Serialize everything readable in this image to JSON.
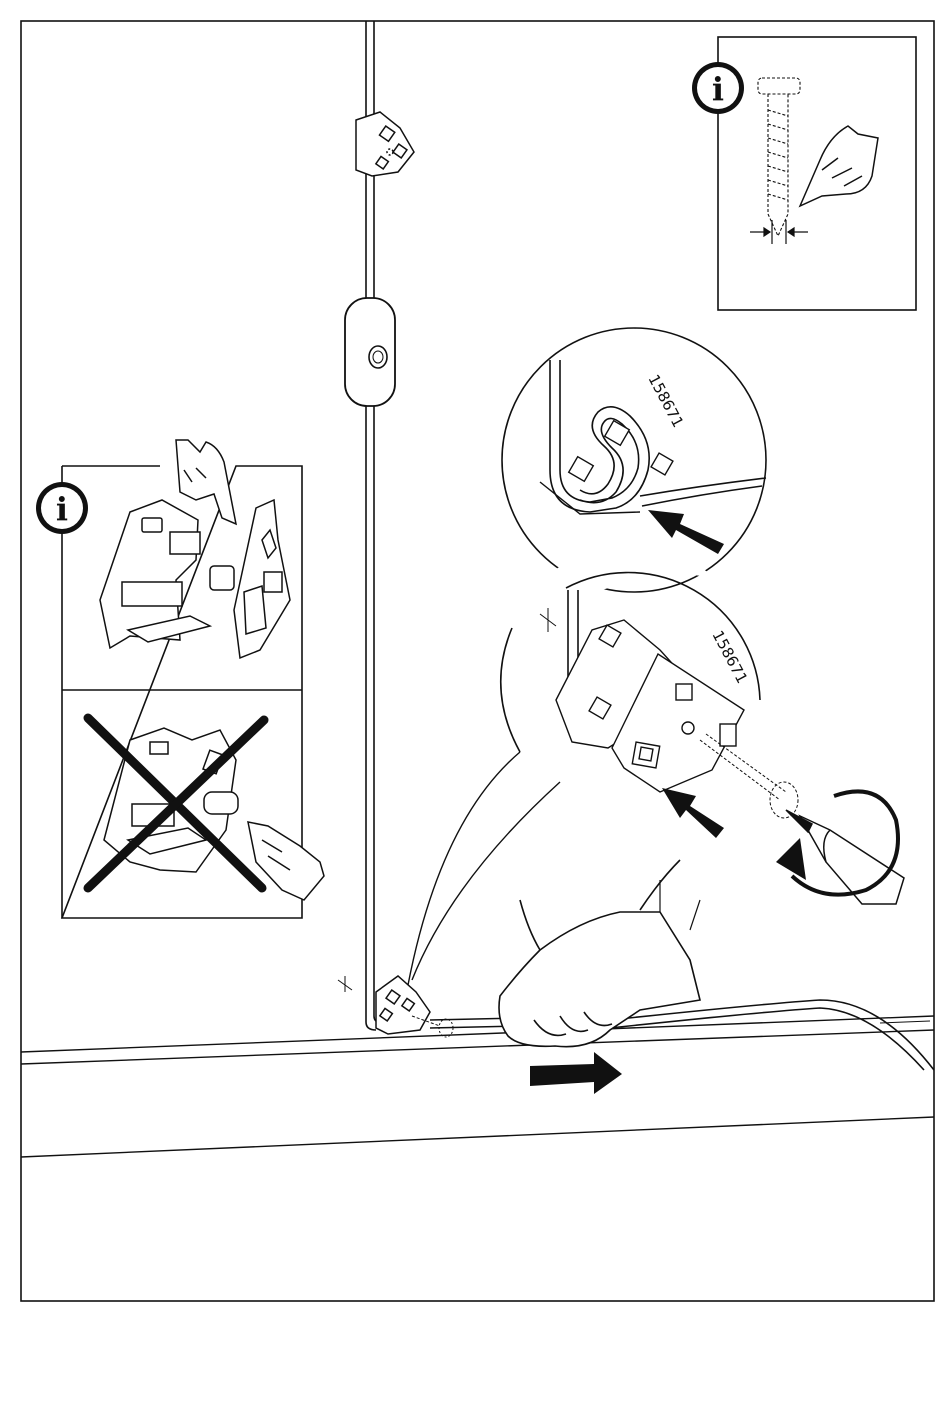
{
  "info_boxes": [
    {
      "icon": "info-icon",
      "glyph": "i"
    },
    {
      "icon": "info-icon",
      "glyph": "i"
    }
  ],
  "detail_callouts": [
    {
      "part_number": "158671"
    },
    {
      "part_number": "158671"
    }
  ],
  "colors": {
    "ink": "#111111",
    "paper": "#ffffff",
    "shade": "#d8d8d8"
  }
}
